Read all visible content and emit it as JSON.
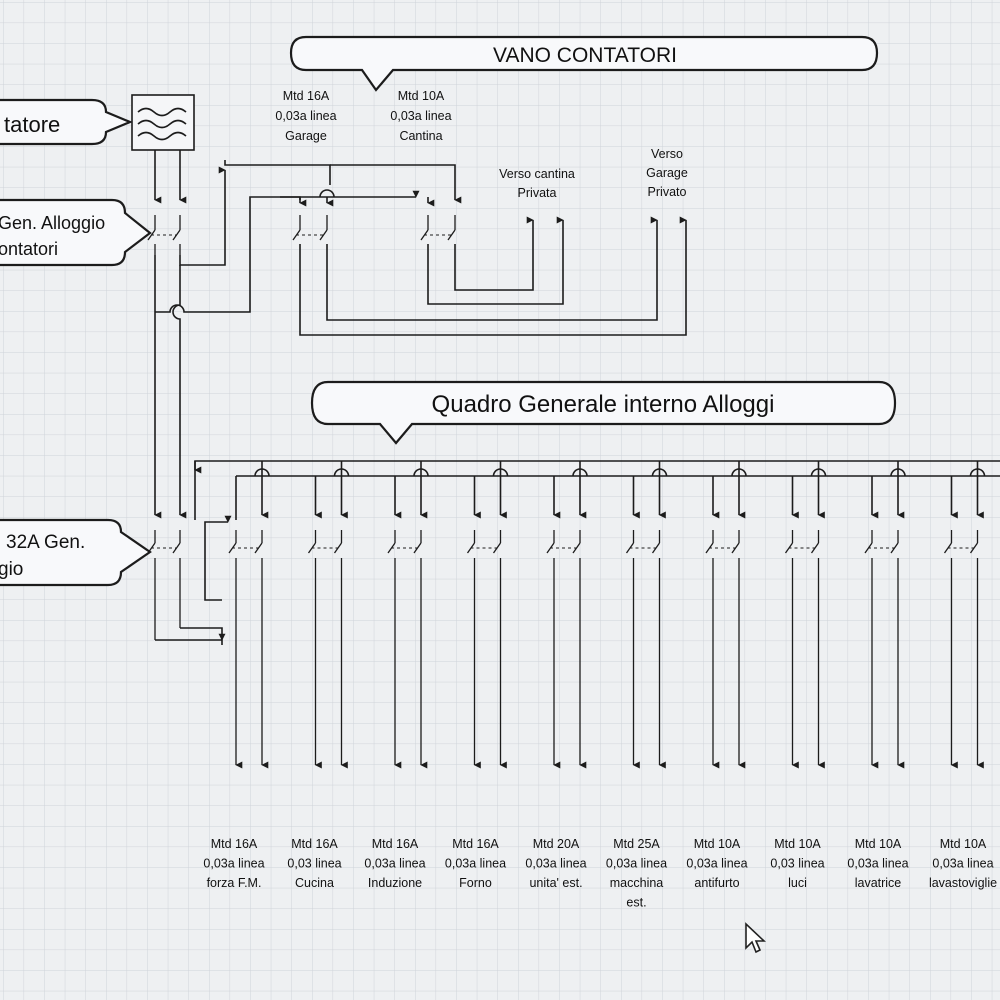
{
  "colors": {
    "background": "#eef0f2",
    "grid": "#c6cbd2",
    "line": "#1c1c1c",
    "text": "#111111"
  },
  "callouts": {
    "vano_contatori": "VANO CONTATORI",
    "quadro_generale": "Quadro Generale interno Alloggi",
    "contatore": "tatore",
    "gen_alloggio_line1": "Gen. Alloggio",
    "gen_alloggio_line2": "ontatori",
    "gen32_line1": "32A Gen.",
    "gen32_line2": "gio"
  },
  "top_breakers": [
    {
      "lines": [
        "Mtd 16A",
        "0,03a linea",
        "Garage"
      ]
    },
    {
      "lines": [
        "Mtd 10A",
        "0,03a linea",
        "Cantina"
      ]
    }
  ],
  "destinations": [
    {
      "lines": [
        "Verso cantina",
        "Privata"
      ]
    },
    {
      "lines": [
        "Verso",
        "Garage",
        "Privato"
      ]
    }
  ],
  "bottom_breakers": [
    {
      "lines": [
        "Mtd 16A",
        "0,03a linea",
        "forza F.M."
      ]
    },
    {
      "lines": [
        "Mtd 16A",
        "0,03 linea",
        "Cucina"
      ]
    },
    {
      "lines": [
        "Mtd 16A",
        "0,03a linea",
        "Induzione"
      ]
    },
    {
      "lines": [
        "Mtd 16A",
        "0,03a linea",
        "Forno"
      ]
    },
    {
      "lines": [
        "Mtd 20A",
        "0,03a linea",
        "unita' est."
      ]
    },
    {
      "lines": [
        "Mtd 25A",
        "0,03a linea",
        "macchina",
        "est."
      ]
    },
    {
      "lines": [
        "Mtd 10A",
        "0,03a linea",
        "antifurto"
      ]
    },
    {
      "lines": [
        "Mtd 10A",
        "0,03 linea",
        "luci"
      ]
    },
    {
      "lines": [
        "Mtd 10A",
        "0,03a linea",
        "lavatrice"
      ]
    },
    {
      "lines": [
        "Mtd 10A",
        "0,03a linea",
        "lavastoviglie"
      ]
    }
  ]
}
